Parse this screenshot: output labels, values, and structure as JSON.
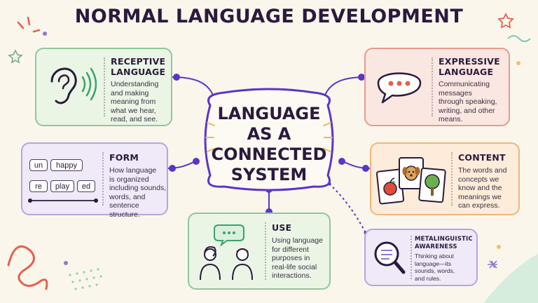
{
  "title": "NORMAL LANGUAGE DEVELOPMENT",
  "center": {
    "lines": [
      "LANGUAGE",
      "AS A",
      "CONNECTED",
      "SYSTEM"
    ]
  },
  "receptive": {
    "title_lines": [
      "RECEPTIVE",
      "LANGUAGE"
    ],
    "desc_lines": [
      "Understanding",
      "and making",
      "meaning from",
      "what we hear,",
      "read, and see."
    ]
  },
  "expressive": {
    "title_lines": [
      "EXPRESSIVE",
      "LANGUAGE"
    ],
    "desc_lines": [
      "Communicating",
      "messages",
      "through speaking,",
      "writing, and other",
      "means."
    ]
  },
  "form": {
    "title_lines": [
      "FORM"
    ],
    "desc_lines": [
      "How language",
      "is organized",
      "including sounds,",
      "words, and",
      "sentence structure."
    ],
    "tiles_row1": [
      "un",
      "happy"
    ],
    "tiles_row2": [
      "re",
      "play",
      "ed"
    ]
  },
  "content": {
    "title_lines": [
      "CONTENT"
    ],
    "desc_lines": [
      "The words and",
      "concepts we",
      "know and the",
      "meanings we",
      "can express."
    ]
  },
  "use": {
    "title_lines": [
      "USE"
    ],
    "desc_lines": [
      "Using language",
      "for different",
      "purposes in",
      "real-life social",
      "interactions."
    ]
  },
  "meta": {
    "title_lines": [
      "METALINGUISTIC",
      "AWARENESS"
    ],
    "desc_lines": [
      "Thinking about",
      "language—its",
      "sounds, words,",
      "and rules."
    ]
  },
  "colors": {
    "node": "#5b35c9",
    "receptive": "#8fc79a",
    "expressive": "#e89a8c",
    "form": "#b9a3e0",
    "content": "#f0b57a",
    "use": "#8fc79a",
    "meta": "#b9a3e0"
  }
}
